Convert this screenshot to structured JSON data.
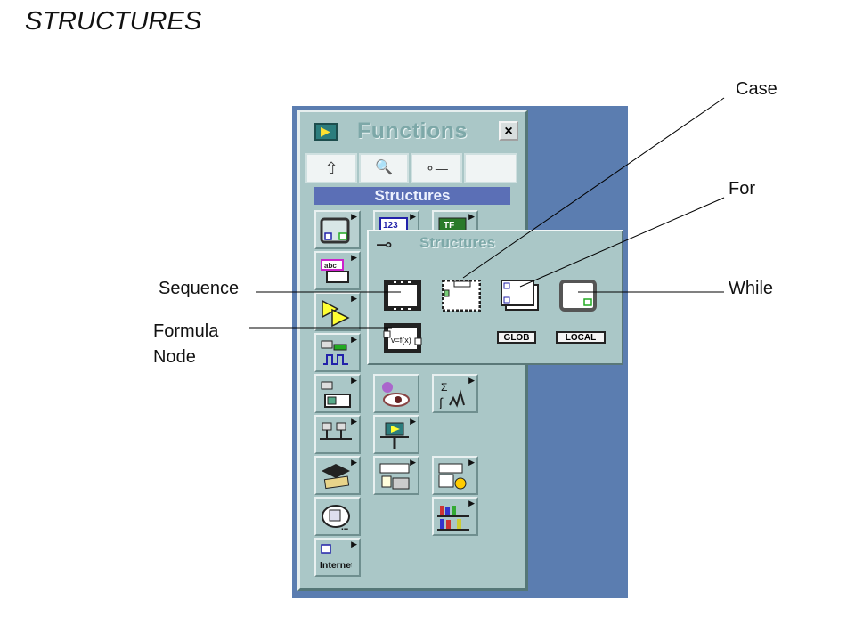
{
  "slide": {
    "title": "STRUCTURES"
  },
  "callouts": {
    "case": "Case",
    "for": "For",
    "while": "While",
    "sequence": "Sequence",
    "formula_node_line1": "Formula",
    "formula_node_line2": "Node"
  },
  "palette": {
    "title": "Functions",
    "close": "×",
    "toolbar": {
      "up": "⇧",
      "search": "🔍",
      "options": "⚬—"
    },
    "category_label": "Structures",
    "icons": {
      "numeric": "123",
      "boolean": "TF",
      "string": "abc",
      "internet": "Internet"
    }
  },
  "subpalette": {
    "pin": "⊸",
    "title": "Structures",
    "global_label": "GLOB",
    "local_label": "LOCAL",
    "formula_text": "v=f(x)"
  },
  "colors": {
    "backdrop": "#5b7db0",
    "palette_bg": "#aac7c7",
    "category_bar": "#5b6fb6"
  }
}
